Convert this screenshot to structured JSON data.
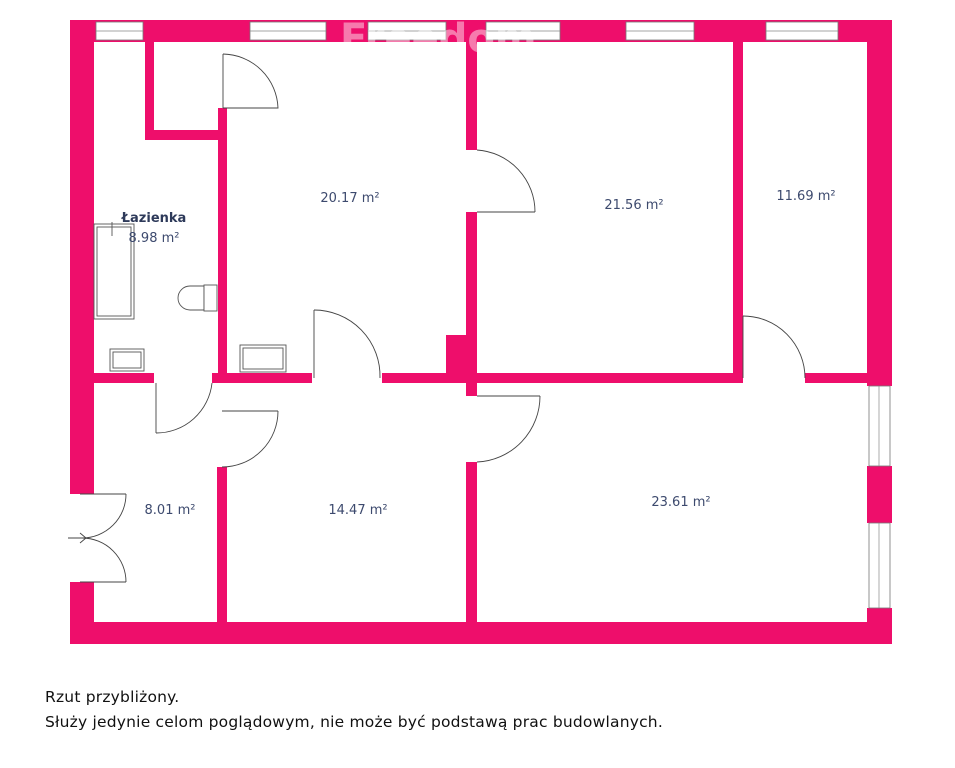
{
  "plan": {
    "watermark": "Freedom",
    "colors": {
      "wall": "#ee0e6b",
      "window": "#ffffff",
      "fixture_stroke": "#555555",
      "label": "#3d4a6e"
    },
    "rooms": [
      {
        "id": "bathroom",
        "name": "Łazienka",
        "area": "8.98 m²"
      },
      {
        "id": "room-a",
        "name": "",
        "area": "20.17 m²"
      },
      {
        "id": "room-b",
        "name": "",
        "area": "21.56 m²"
      },
      {
        "id": "room-c",
        "name": "",
        "area": "11.69 m²"
      },
      {
        "id": "hall",
        "name": "",
        "area": "8.01 m²"
      },
      {
        "id": "room-d",
        "name": "",
        "area": "14.47 m²"
      },
      {
        "id": "room-e",
        "name": "",
        "area": "23.61 m²"
      }
    ]
  },
  "notes": {
    "line1": "Rzut przybliżony.",
    "line2": "Służy jedynie celom poglądowym, nie może być podstawą prac budowlanych."
  }
}
